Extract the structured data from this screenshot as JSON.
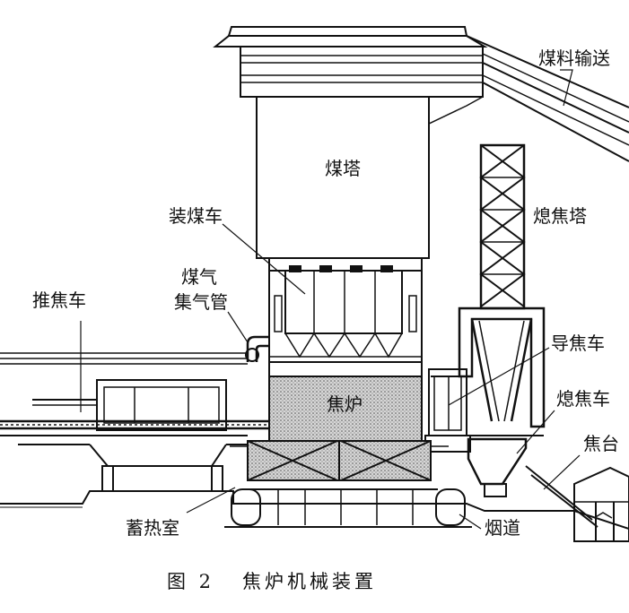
{
  "labels": {
    "coal_conveyor": "煤料输送",
    "coal_tower": "煤塔",
    "charging_car": "装煤车",
    "quench_tower": "熄焦塔",
    "gas_main_line1": "煤气",
    "gas_main_line2": "集气管",
    "pusher_car": "推焦车",
    "coke_guide_car": "导焦车",
    "coke_oven": "焦炉",
    "quench_car": "熄焦车",
    "coke_wharf": "焦台",
    "regenerator": "蓄热室",
    "flue": "烟道"
  },
  "caption": {
    "number": "图 2",
    "title": "焦炉机械装置"
  },
  "colors": {
    "ink": "#111111",
    "paper": "#ffffff",
    "oven_fill": "#cfcfcf"
  }
}
